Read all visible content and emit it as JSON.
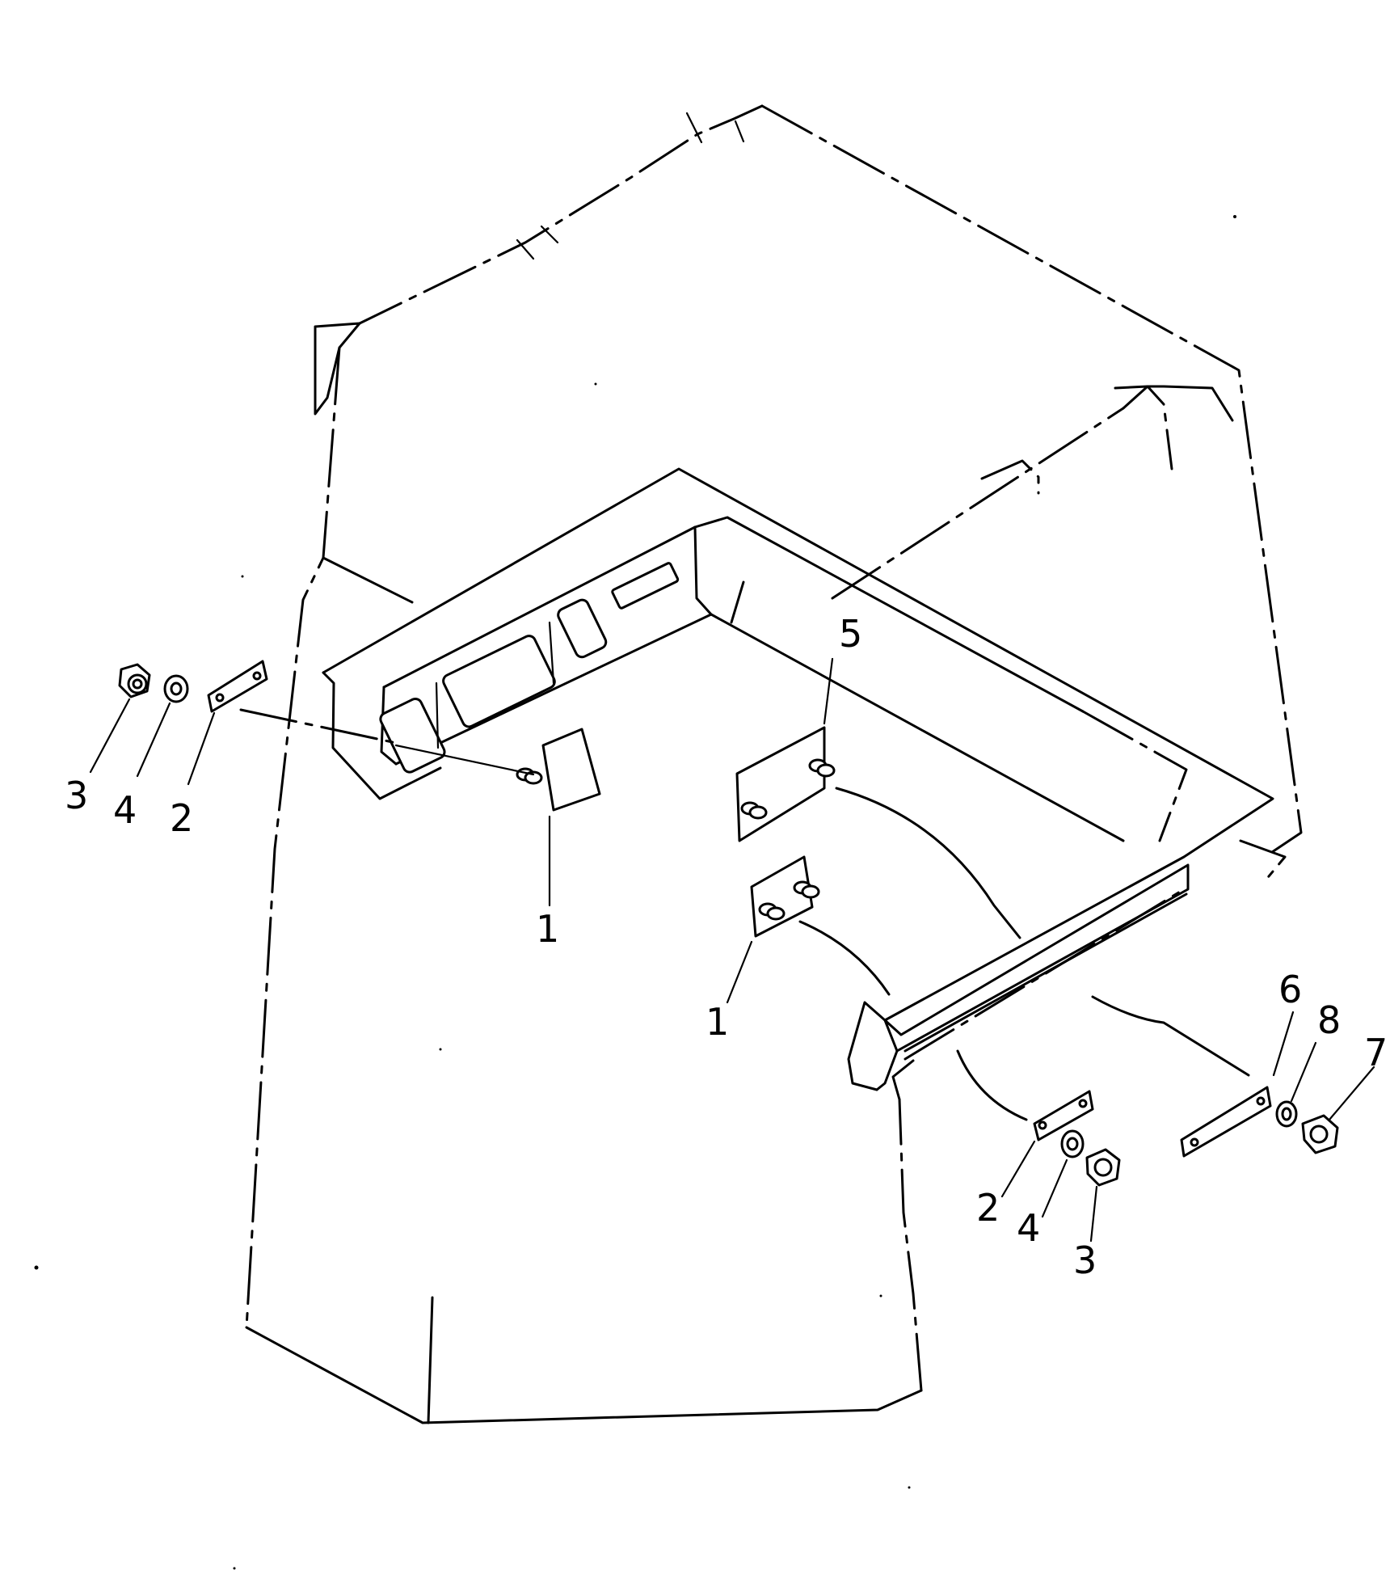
{
  "callouts": [
    {
      "id": "c1a",
      "label": "1"
    },
    {
      "id": "c1b",
      "label": "1"
    },
    {
      "id": "c2a",
      "label": "2"
    },
    {
      "id": "c2b",
      "label": "2"
    },
    {
      "id": "c3a",
      "label": "3"
    },
    {
      "id": "c3b",
      "label": "3"
    },
    {
      "id": "c4a",
      "label": "4"
    },
    {
      "id": "c4b",
      "label": "4"
    },
    {
      "id": "c5",
      "label": "5"
    },
    {
      "id": "c6",
      "label": "6"
    },
    {
      "id": "c7",
      "label": "7"
    },
    {
      "id": "c8",
      "label": "8"
    }
  ]
}
